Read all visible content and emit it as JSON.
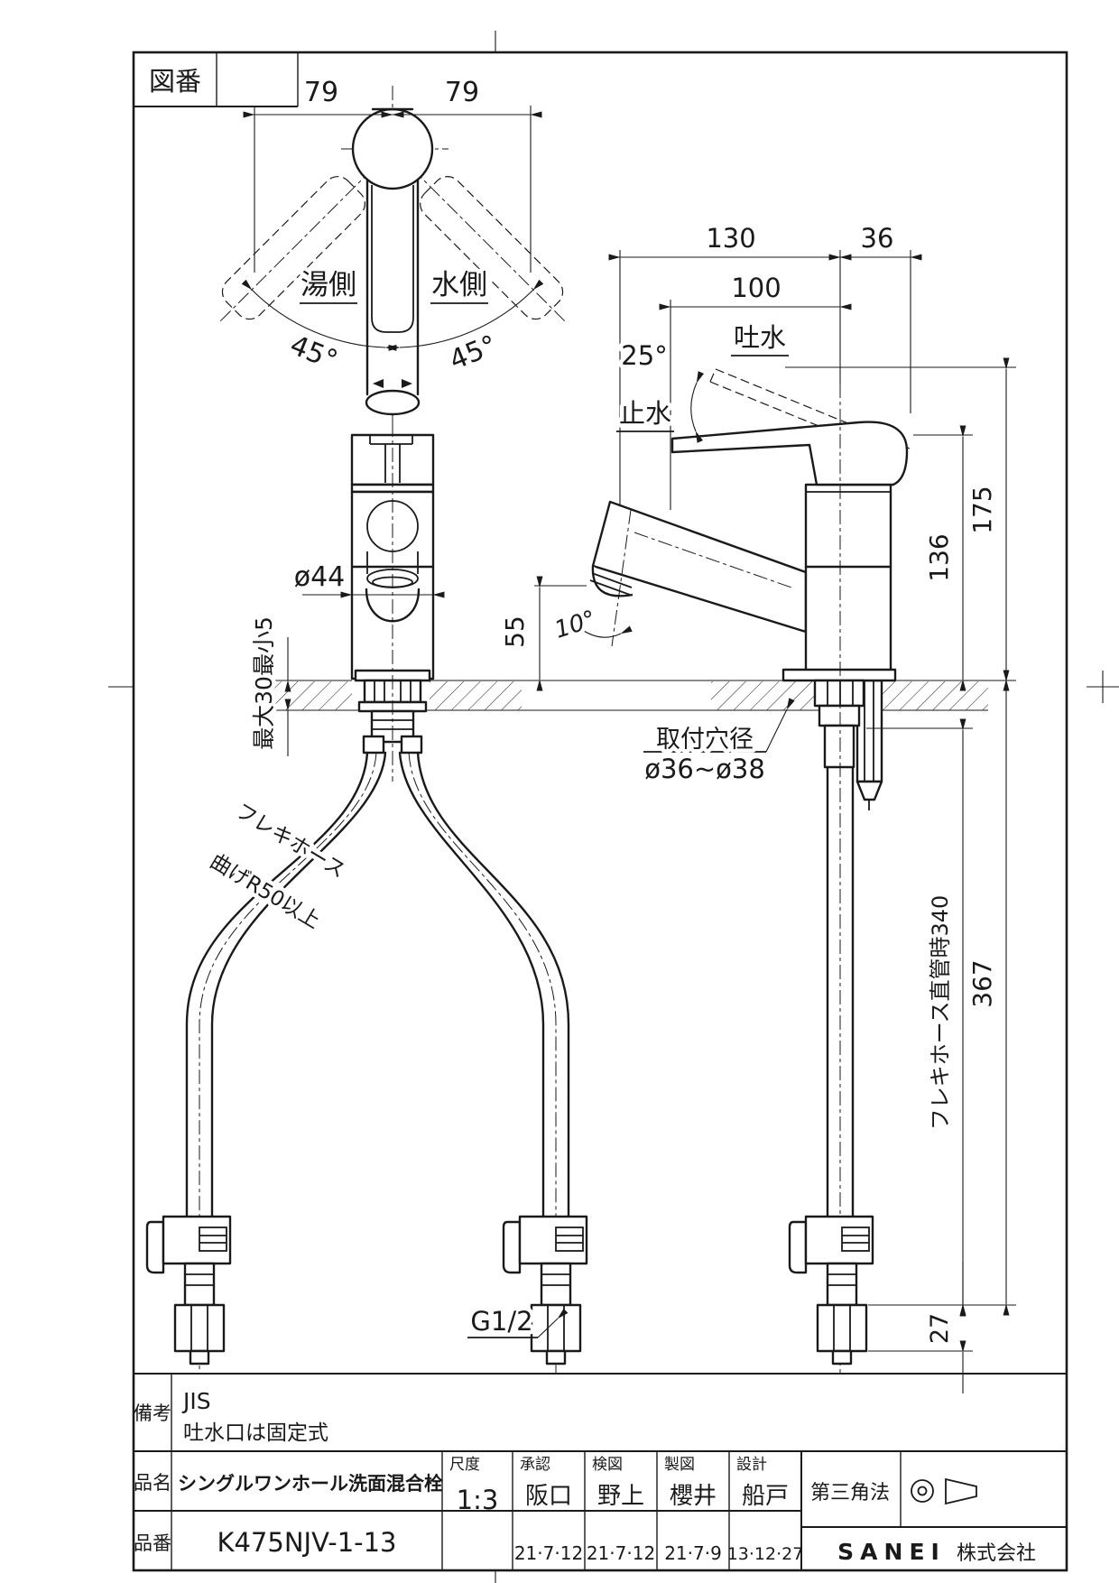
{
  "colors": {
    "line": "#1a1a1a",
    "background": "#ffffff"
  },
  "header": {
    "drawing_no_label": "図番"
  },
  "top_view": {
    "dim_left": "79",
    "dim_right": "79",
    "hot_side": "湯側",
    "cold_side": "水側",
    "angle_left": "45°",
    "angle_right": "45°"
  },
  "front_view": {
    "diameter": "ø44",
    "clamp_range": "最大30最小5",
    "hose_note_line1": "フレキホース",
    "hose_note_line2": "曲げR50以上",
    "thread_size": "G1/2"
  },
  "side_view": {
    "dim_width": "130",
    "dim_handle": "36",
    "dim_spout_reach": "100",
    "discharge_label": "吐水",
    "stop_label": "止水",
    "handle_angle": "25°",
    "spout_angle": "10°",
    "dim_spout_height": "55",
    "dim_body_height": "136",
    "dim_total_height": "175",
    "hole_note_line1": "取付穴径",
    "hole_note_line2": "ø36~ø38",
    "hose_straight_note": "フレキホース直管時340",
    "dim_hose": "367",
    "dim_nut": "27"
  },
  "title_block": {
    "remarks_label": "備考",
    "remarks_line1": "JIS",
    "remarks_line2": "吐水口は固定式",
    "product_name_label": "品名",
    "product_name": "シングルワンホール洗面混合栓",
    "product_code_label": "品番",
    "product_code": "K475NJV-1-13",
    "scale_label": "尺度",
    "scale_value": "1:3",
    "approved_label": "承認",
    "approved_name": "阪口",
    "approved_date": "21·7·12",
    "checked_label": "検図",
    "checked_name": "野上",
    "checked_date": "21·7·12",
    "drawn_label": "製図",
    "drawn_name": "櫻井",
    "drawn_date": "21·7·9",
    "designed_label": "設計",
    "designed_name": "船戸",
    "designed_date": "13·12·27",
    "projection_label": "第三角法",
    "company_name": "SANEI",
    "company_suffix": "株式会社"
  }
}
